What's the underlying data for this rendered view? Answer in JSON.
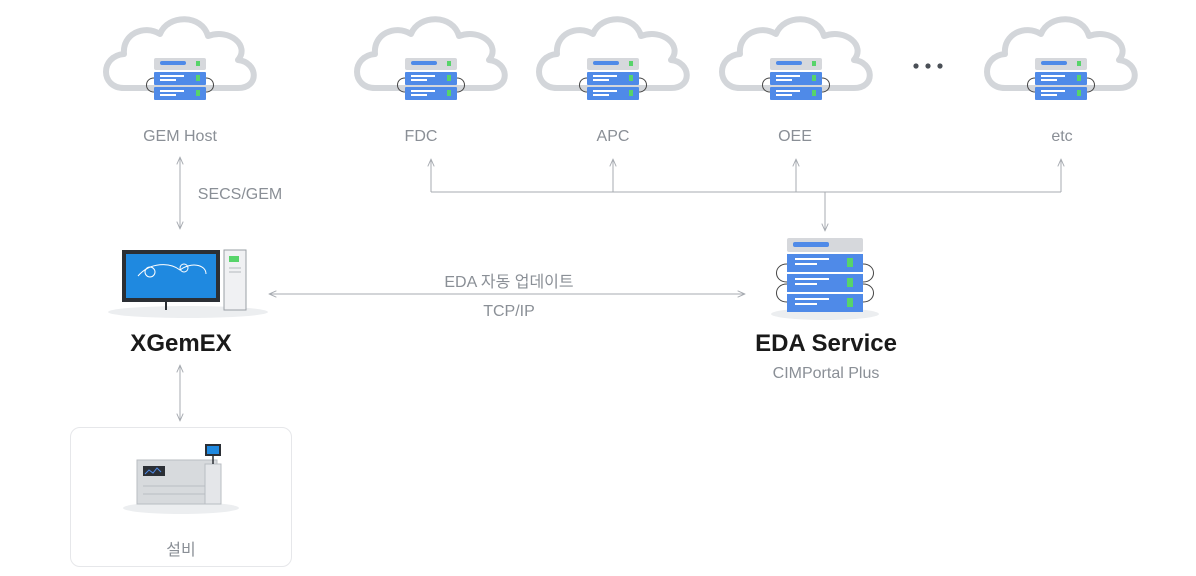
{
  "clouds": [
    {
      "id": "gem-host",
      "label": "GEM Host"
    },
    {
      "id": "fdc",
      "label": "FDC"
    },
    {
      "id": "apc",
      "label": "APC"
    },
    {
      "id": "oee",
      "label": "OEE"
    },
    {
      "id": "etc",
      "label": "etc"
    }
  ],
  "links": {
    "secs_gem": "SECS/GEM",
    "eda_update": "EDA 자동 업데이트",
    "tcp_ip": "TCP/IP"
  },
  "nodes": {
    "xgemex": {
      "title": "XGemEX"
    },
    "eda_service": {
      "title": "EDA Service",
      "subtitle": "CIMPortal Plus"
    },
    "equipment": {
      "label": "설비"
    }
  },
  "colors": {
    "cloud": "#cfd2d7",
    "server_blue": "#4f8ae8",
    "server_gray": "#c9ccd1",
    "led_green": "#57d46a",
    "line": "#a7abb1",
    "monitor": "#1f89e0"
  }
}
